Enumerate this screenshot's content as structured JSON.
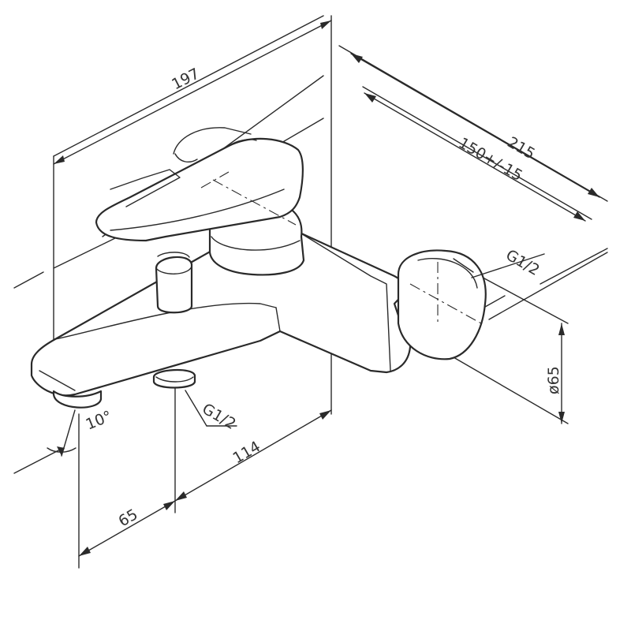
{
  "dimensions": {
    "overall_width": "197",
    "wall_projection": "215",
    "center_distance": "150+/-15",
    "thread_inlet": "G1/2",
    "thread_outlet": "G1/2",
    "flange_diameter": "ø65",
    "spout_angle": "10°",
    "outlet_offset": "114",
    "spout_offset": "65"
  },
  "colors": {
    "line": "#2a2a2a",
    "text": "#333333",
    "background": "#ffffff"
  }
}
